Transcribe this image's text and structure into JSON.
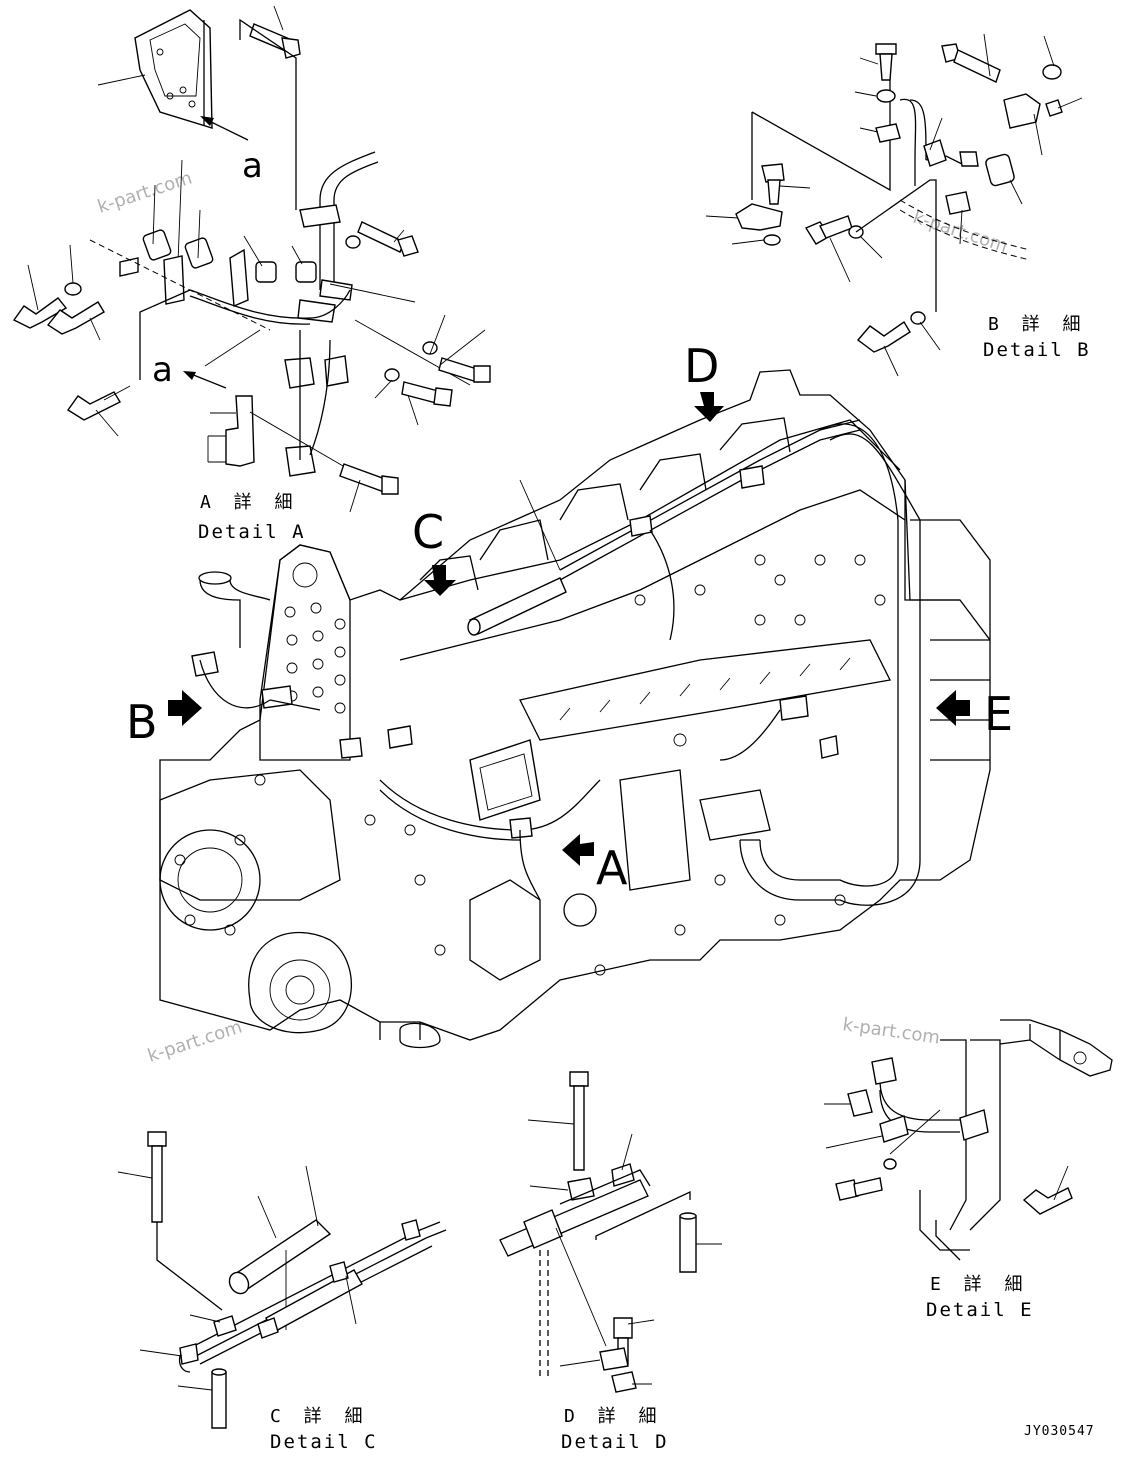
{
  "view_labels": {
    "A": "A",
    "B": "B",
    "C": "C",
    "D": "D",
    "E": "E",
    "a": "a"
  },
  "details": {
    "A": {
      "jp": "A 詳 細",
      "en": "Detail A"
    },
    "B": {
      "jp": "B 詳 細",
      "en": "Detail B"
    },
    "C": {
      "jp": "C 詳 細",
      "en": "Detail C"
    },
    "D": {
      "jp": "D 詳 細",
      "en": "Detail D"
    },
    "E": {
      "jp": "E 詳 細",
      "en": "Detail E"
    }
  },
  "watermark": "k-part.com",
  "drawing_code": "JY030547"
}
